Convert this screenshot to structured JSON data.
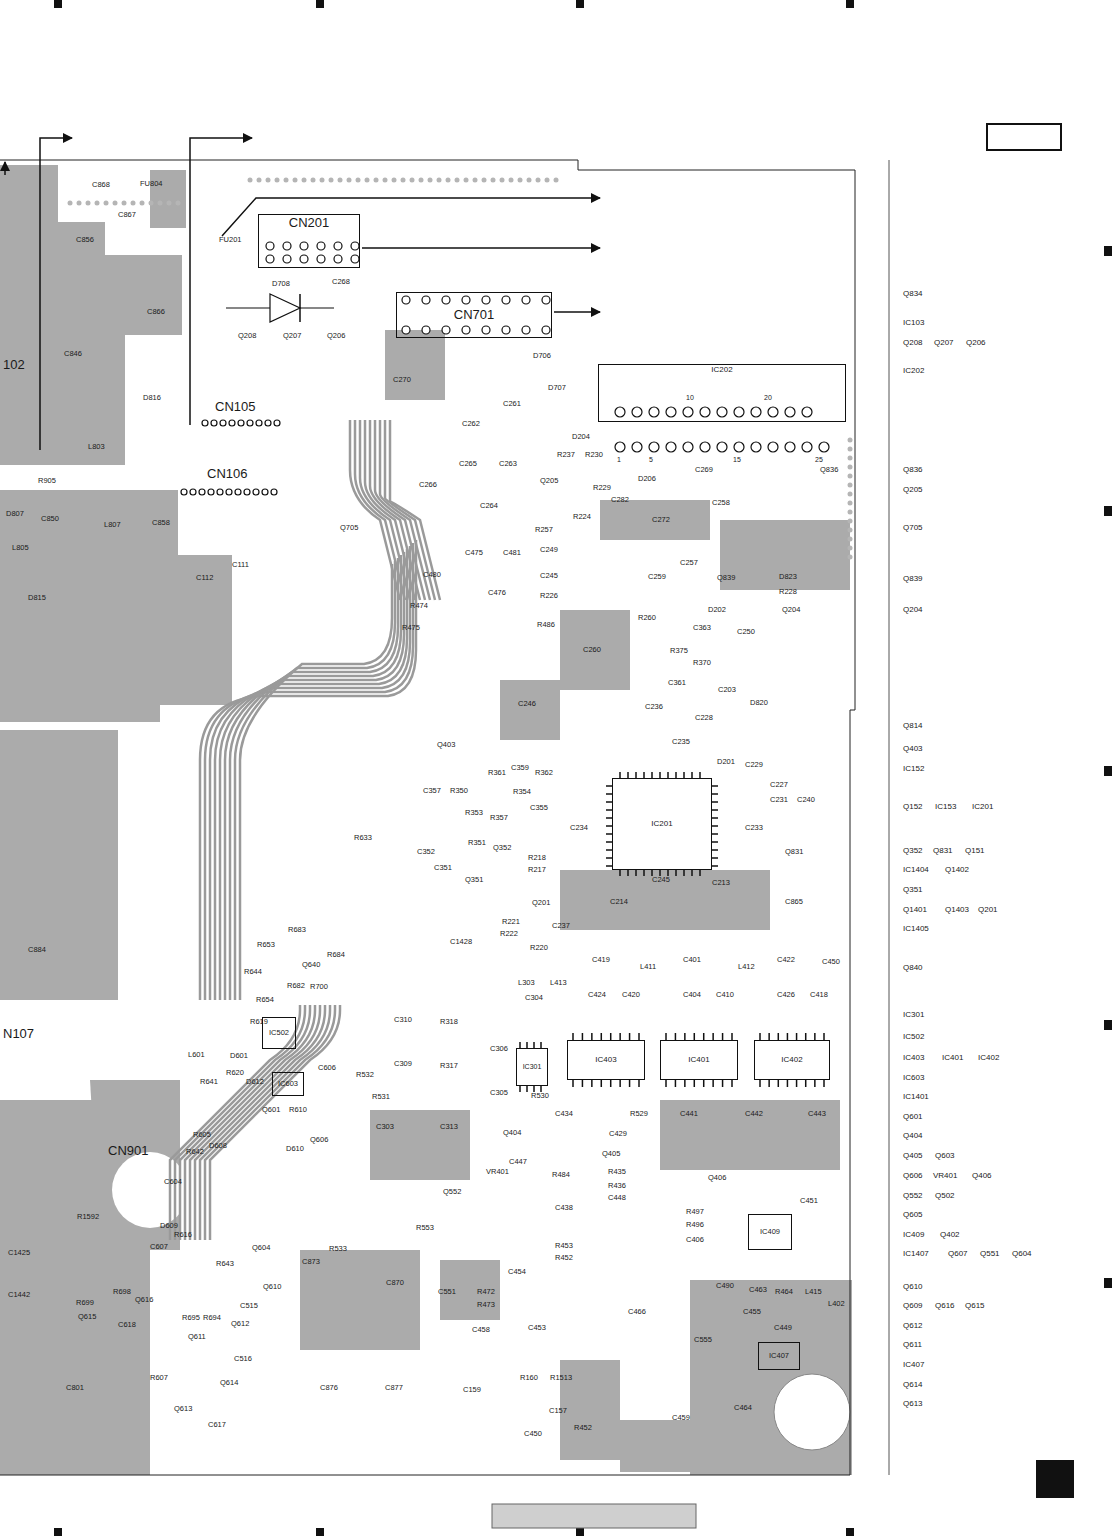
{
  "diagram": {
    "nodes": [
      {
        "text": [
          "CN201"
        ]
      },
      {
        "text": [
          "CN701"
        ]
      },
      {
        "text": [
          "IC202"
        ]
      },
      {
        "text": [
          "IC201"
        ]
      },
      {
        "text": [
          "IC301"
        ]
      },
      {
        "text": [
          "IC403"
        ]
      },
      {
        "text": [
          "IC401"
        ]
      },
      {
        "text": [
          "IC402"
        ]
      },
      {
        "text": [
          "IC409"
        ]
      },
      {
        "text": [
          "IC407"
        ]
      },
      {
        "text": [
          "IC502"
        ]
      },
      {
        "text": [
          "IC603"
        ]
      }
    ],
    "labels": [
      "Q834",
      "IC103",
      "Q208",
      "Q207",
      "Q206",
      "IC202",
      "Q836",
      "Q205",
      "Q705",
      "Q839",
      "Q204",
      "Q814",
      "Q403",
      "IC152",
      "Q152",
      "IC153",
      "IC201",
      "Q352",
      "Q831",
      "Q151",
      "IC1404",
      "Q1402",
      "Q351",
      "Q1401",
      "Q1403",
      "Q201",
      "IC1405",
      "Q840",
      "IC301",
      "IC502",
      "IC403",
      "IC401",
      "IC402",
      "IC603",
      "IC1401",
      "Q601",
      "Q404",
      "Q405",
      "Q603",
      "Q606",
      "VR401",
      "Q406",
      "Q552",
      "Q502",
      "Q605",
      "IC409",
      "Q402",
      "IC1407",
      "Q607",
      "Q551",
      "Q604",
      "Q610",
      "Q609",
      "Q616",
      "Q615",
      "Q612",
      "Q611",
      "IC407",
      "Q614",
      "Q613",
      "CN105",
      "CN106",
      "N107",
      "102",
      "CN901",
      "FU804",
      "C868",
      "C867",
      "C856",
      "FU201",
      "C866",
      "C846",
      "D816",
      "L803",
      "D708",
      "C268",
      "Q208",
      "Q207",
      "Q206",
      "C270",
      "D706",
      "D707",
      "C262",
      "C261",
      "C266",
      "C265",
      "C263",
      "C264",
      "D204",
      "R237",
      "R230",
      "Q205",
      "R229",
      "D206",
      "C282",
      "C272",
      "C269",
      "C258",
      "Q836",
      "R257",
      "R224",
      "Q705",
      "C112",
      "C111",
      "L807",
      "C858",
      "L805",
      "D815",
      "D807",
      "C850",
      "R905",
      "C480",
      "C475",
      "C476",
      "C481",
      "C249",
      "C245",
      "R226",
      "R474",
      "R475",
      "R486",
      "C259",
      "C257",
      "Q839",
      "D823",
      "R228",
      "D202",
      "Q204",
      "R260",
      "C363",
      "R375",
      "R370",
      "C361",
      "C250",
      "C260",
      "C246",
      "C236",
      "C203",
      "D820",
      "C228",
      "C235",
      "D201",
      "C229",
      "Q831",
      "C227",
      "C231",
      "C240",
      "C233",
      "Q403",
      "R361",
      "C359",
      "R362",
      "C357",
      "R350",
      "R354",
      "C355",
      "R353",
      "R357",
      "C234",
      "R351",
      "Q352",
      "C352",
      "C351",
      "Q351",
      "R218",
      "R217",
      "C245",
      "C213",
      "C214",
      "C865",
      "R633",
      "Q201",
      "C237",
      "R221",
      "R222",
      "R220",
      "C1428",
      "R653",
      "R683",
      "R684",
      "Q640",
      "R644",
      "R682",
      "R700",
      "R654",
      "C884",
      "C419",
      "L411",
      "C401",
      "L412",
      "C422",
      "C450",
      "L303",
      "L413",
      "C304",
      "C424",
      "C420",
      "C404",
      "C410",
      "C426",
      "C418",
      "C310",
      "R318",
      "R619",
      "C309",
      "R317",
      "C306",
      "C305",
      "R532",
      "R531",
      "C606",
      "L601",
      "D601",
      "R620",
      "R641",
      "D612",
      "Q601",
      "R610",
      "C303",
      "C313",
      "R530",
      "C434",
      "Q404",
      "R529",
      "C429",
      "C441",
      "C442",
      "C443",
      "R605",
      "D608",
      "R642",
      "Q606",
      "D610",
      "Q405",
      "C447",
      "VR401",
      "R484",
      "R435",
      "R436",
      "C448",
      "Q406",
      "C451",
      "R497",
      "R496",
      "C406",
      "R1592",
      "C604",
      "D609",
      "C607",
      "R616",
      "Q552",
      "C438",
      "R553",
      "R533",
      "C873",
      "C870",
      "C1425",
      "C1442",
      "R699",
      "Q615",
      "R698",
      "Q616",
      "C618",
      "R643",
      "R695",
      "R694",
      "Q612",
      "Q611",
      "C516",
      "C515",
      "Q610",
      "Q604",
      "R607",
      "Q614",
      "Q613",
      "C617",
      "C801",
      "C551",
      "R472",
      "R473",
      "C453",
      "R453",
      "R452",
      "C454",
      "C458",
      "C159",
      "C876",
      "C877",
      "C466",
      "C490",
      "C463",
      "R464",
      "L415",
      "C455",
      "C449",
      "L402",
      "C555",
      "C459",
      "C464",
      "C450",
      "R452",
      "C157",
      "R160",
      "R1513",
      "10",
      "20",
      "1",
      "5",
      "15",
      "25"
    ]
  }
}
